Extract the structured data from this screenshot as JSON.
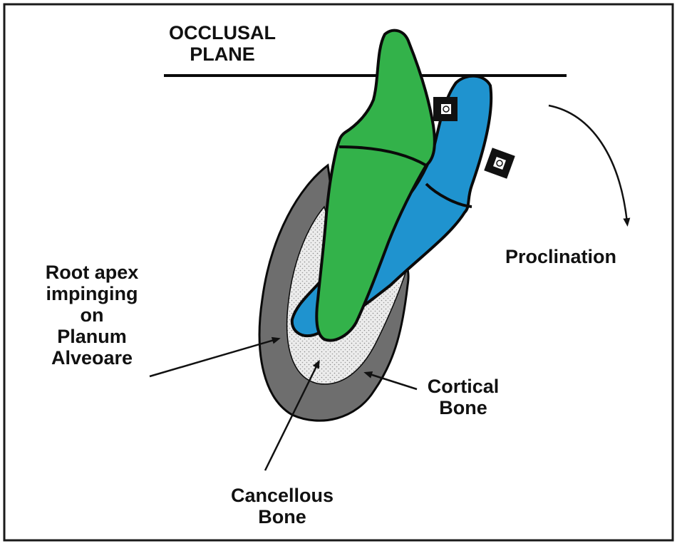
{
  "labels": {
    "occlusal_plane": [
      "OCCLUSAL",
      "PLANE"
    ],
    "proclination": "Proclination",
    "root_apex": [
      "Root apex",
      "impinging",
      "on",
      "Planum",
      "Alveoare"
    ],
    "cortical_bone": [
      "Cortical",
      "Bone"
    ],
    "cancellous_bone": [
      "Cancellous",
      "Bone"
    ]
  },
  "colors": {
    "frame": "#1a1a1a",
    "outline": "#0a0a0a",
    "cortical_bone": "#6e6e6e",
    "cancellous_bone": "#ececec",
    "tooth_green": "#33b24a",
    "tooth_blue": "#1f93cf",
    "bracket": "#111111",
    "text": "#111111"
  }
}
